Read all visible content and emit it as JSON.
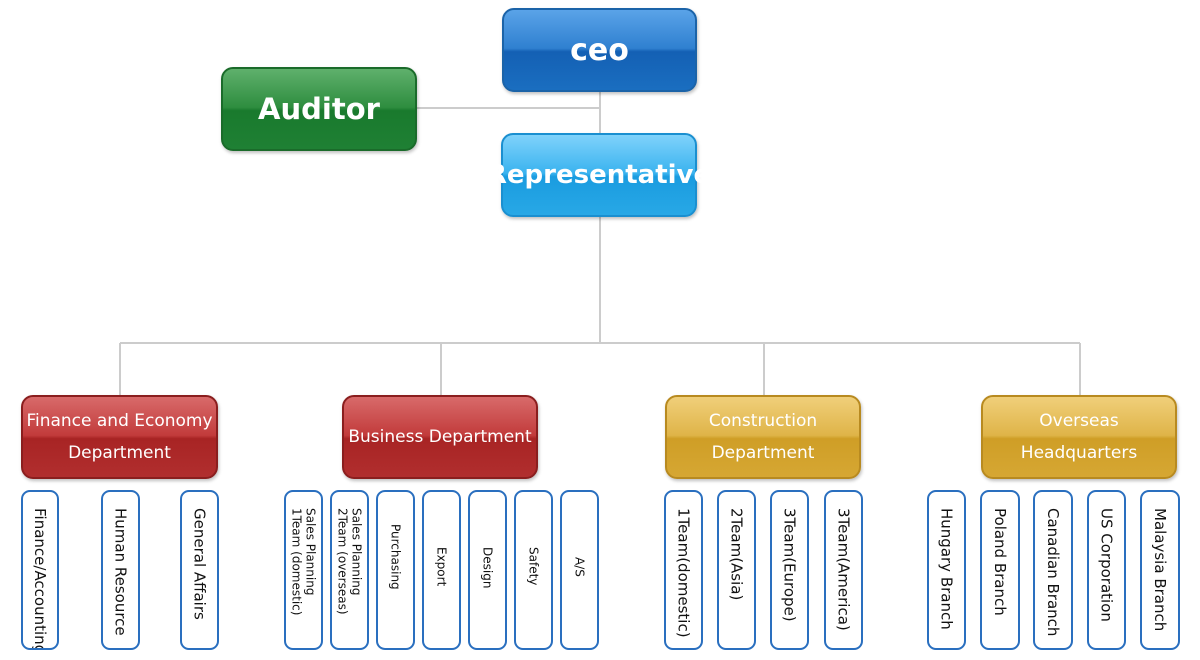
{
  "top": {
    "ceo": "ceo",
    "auditor": "Auditor",
    "representative": "Representative"
  },
  "departments": {
    "finance": {
      "line1": "Finance and Economy",
      "line2": "Department"
    },
    "business": {
      "line1": "Business Department"
    },
    "construction": {
      "line1": "Construction",
      "line2": "Department"
    },
    "overseas": {
      "line1": "Overseas Headquarters"
    }
  },
  "teams": {
    "finance": [
      "Finance/Accounting",
      "Human Resource",
      "General Affairs"
    ],
    "business": [
      "Sales Planning 1Team (domestic)",
      "Sales Planning 2Team (overseas)",
      "Purchasing",
      "Export",
      "Design",
      "Safety",
      "A/S"
    ],
    "construction": [
      "1Team(domestic)",
      "2Team(Asia)",
      "3Team(Europe)",
      "3Team(America)"
    ],
    "overseas": [
      "Hungary Branch",
      "Poland Branch",
      "Canadian Branch",
      "US Corporation",
      "Malaysia Branch"
    ]
  },
  "colors": {
    "ceo": "#1a6ec0",
    "auditor": "#1f8034",
    "representative": "#28a8e6",
    "dept_red": "#b12e2e",
    "dept_gold": "#d6a733",
    "team_border": "#2a6fbf",
    "connector": "#cccccc"
  }
}
